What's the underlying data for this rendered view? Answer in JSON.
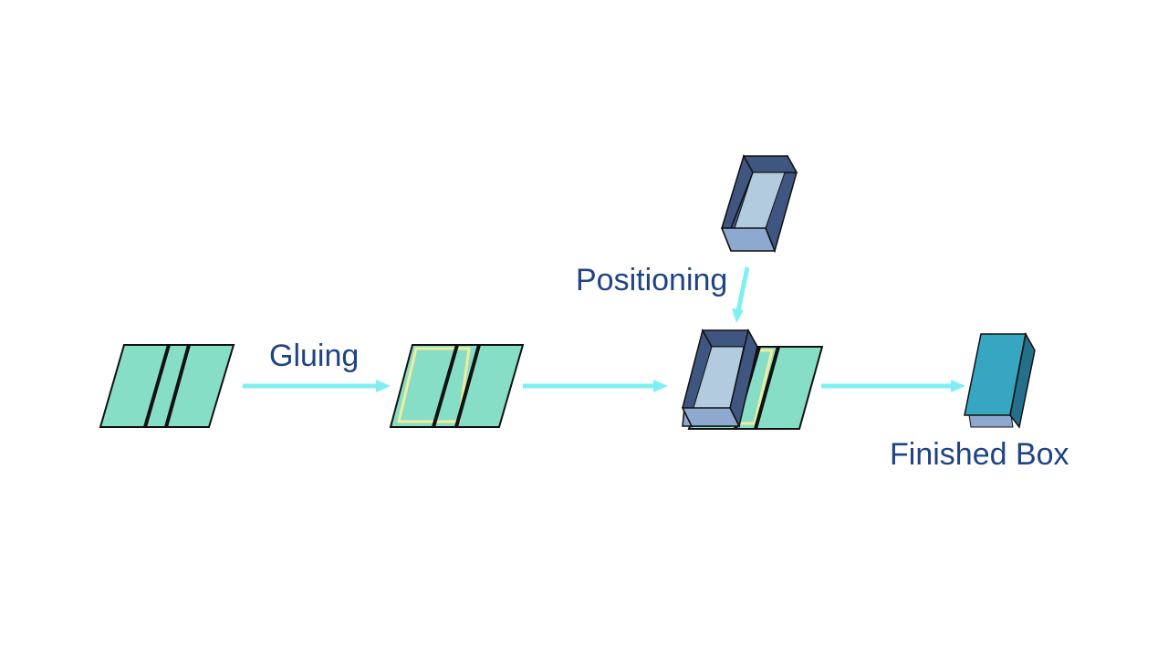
{
  "labels": {
    "gluing": "Gluing",
    "positioning": "Positioning",
    "finished": "Finished Box"
  },
  "colors": {
    "label_text": "#1f4385",
    "board": "#86dec7",
    "outline": "#111111",
    "glue": "#f3ec9c",
    "arrow": "#7ff0f2",
    "tray_dark": "#3f5680",
    "tray_mid": "#8ea9d0",
    "tray_light": "#b2cbdf",
    "box_front": "#37a6c0",
    "box_side": "#24708a",
    "box_base": "#8ea9d0"
  },
  "icons": [
    "flat-board-icon",
    "glued-board-icon",
    "tray-icon",
    "assembly-icon",
    "finished-box-icon",
    "flow-arrow-icon"
  ]
}
